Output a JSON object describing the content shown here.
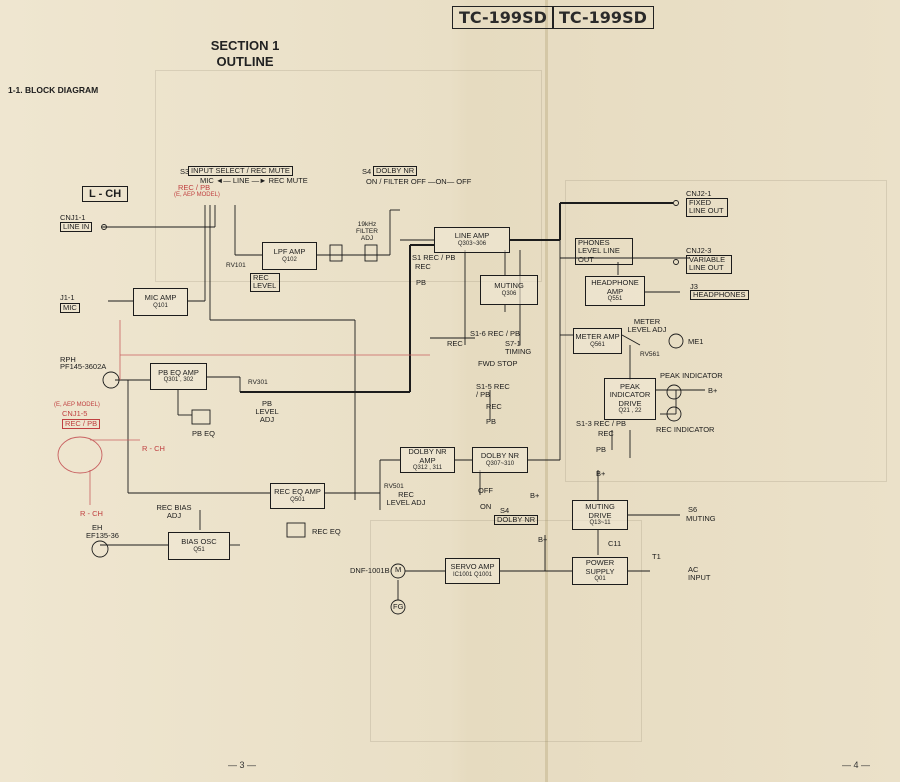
{
  "header": {
    "model_left": "TC-199SD",
    "model_right": "TC-199SD"
  },
  "section": {
    "title": "SECTION 1",
    "subtitle": "OUTLINE"
  },
  "figure_title": "1-1.  BLOCK DIAGRAM",
  "channel_label": "L - CH",
  "blocks": {
    "mic_amp": {
      "name": "MIC AMP",
      "ref": "Q101"
    },
    "lpf_amp": {
      "name": "LPF AMP",
      "ref": "Q102"
    },
    "line_amp": {
      "name": "LINE AMP",
      "ref": "Q303~306"
    },
    "muting": {
      "name": "MUTING",
      "ref": "Q306"
    },
    "headphone_amp": {
      "name": "HEADPHONE AMP",
      "ref": "Q551"
    },
    "pb_eq_amp": {
      "name": "PB EQ AMP",
      "ref": "Q301 , 302"
    },
    "meter_amp": {
      "name": "METER AMP",
      "ref": "Q561"
    },
    "peak_drive": {
      "name": "PEAK INDICATOR DRIVE",
      "ref": "Q21 , 22"
    },
    "dolby_nr_amp": {
      "name": "DOLBY NR AMP",
      "ref": "Q312 , 311"
    },
    "dolby_nr": {
      "name": "DOLBY NR",
      "ref": "Q307~310"
    },
    "rec_eq_amp": {
      "name": "REC EQ AMP",
      "ref": "Q501"
    },
    "bias_osc": {
      "name": "BIAS OSC",
      "ref": "Q51"
    },
    "muting_drive": {
      "name": "MUTING DRIVE",
      "ref": "Q13~11"
    },
    "servo_amp": {
      "name": "SERVO  AMP",
      "ref": "IC1001 Q1001"
    },
    "power_supply": {
      "name": "POWER SUPPLY",
      "ref": "Q01"
    }
  },
  "labels": {
    "cnj1_1": "CNJ1-1",
    "line_in": "LINE IN",
    "j1_1": "J1-1",
    "mic": "MIC",
    "s3": "S3",
    "input_select": "INPUT SELECT / REC MUTE",
    "mic_line_recmute": "MIC ◄— LINE —► REC MUTE",
    "rec_pb": "REC / PB",
    "e_aep_model": "(E, AEP MODEL)",
    "s4": "S4",
    "dolby_nr_sw": "DOLBY NR",
    "on_filter_off": "ON / FILTER OFF —ON— OFF",
    "filter": "19kHz FILTER ADJ",
    "rv101": "RV101",
    "rec_level": "REC LEVEL",
    "s1_rec_pb": "S1 REC / PB",
    "rec": "REC",
    "pb": "PB",
    "cnj2_1": "CNJ2-1",
    "fixed_line_out": "FIXED LINE OUT",
    "phones_level": "PHONES LEVEL LINE OUT",
    "cnj2_3": "CNJ2-3",
    "variable_line_out": "VARIABLE LINE OUT",
    "j3": "J3",
    "headphones": "HEADPHONES",
    "s1_6": "S1-6 REC / PB",
    "s7_1": "S7-1 TIMING",
    "fwd_stop": "FWD  STOP",
    "meter_level": "METER LEVEL ADJ",
    "me1": "ME1",
    "rv561": "RV561",
    "peak_indicator": "PEAK INDICATOR",
    "rec_indicator": "REC INDICATOR",
    "bplus": "B+",
    "rph": "RPH",
    "rph_part": "PF145-3602A",
    "rv301": "RV301",
    "pb_level": "PB LEVEL ADJ",
    "pb_eq": "PB EQ",
    "s1_5": "S1-5 REC / PB",
    "cnj1_5": "CNJ1-5",
    "r_ch": "R - CH",
    "s1_3": "S1-3 REC / PB",
    "off": "OFF",
    "on": "ON",
    "s4_dolby": "S4",
    "dolby_nr_box": "DOLBY NR",
    "rv501": "RV501",
    "rec_level_adj": "REC LEVEL ADJ",
    "rec_bias": "REC BIAS ADJ",
    "rec_eq": "REC EQ",
    "eh": "EH",
    "eh_part": "EF135-36",
    "dnf": "DNF-1001B",
    "m": "M",
    "fg": "FG",
    "s6": "S6",
    "muting_sw": "MUTING",
    "c11": "C11",
    "t1": "T1",
    "ac_input": "AC INPUT"
  },
  "page_numbers": {
    "left": "—  3  —",
    "right": "—  4  —"
  }
}
